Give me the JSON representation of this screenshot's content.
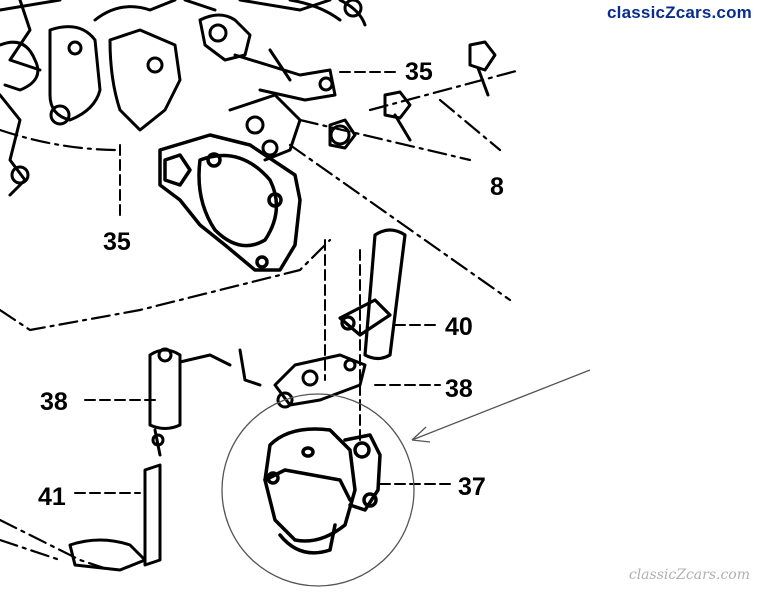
{
  "site": {
    "brand": "classicZcars.com",
    "watermark": "classicZcars.com"
  },
  "callouts": {
    "c35_top": "35",
    "c35_left": "35",
    "c8": "8",
    "c40": "40",
    "c38_right": "38",
    "c38_left": "38",
    "c41": "41",
    "c37": "37"
  },
  "colors": {
    "brand": "#0a2c8c",
    "ink": "#000000",
    "highlight_circle": "#555555",
    "pointer_arrow": "#555555",
    "watermark": "#b0b0b0"
  }
}
